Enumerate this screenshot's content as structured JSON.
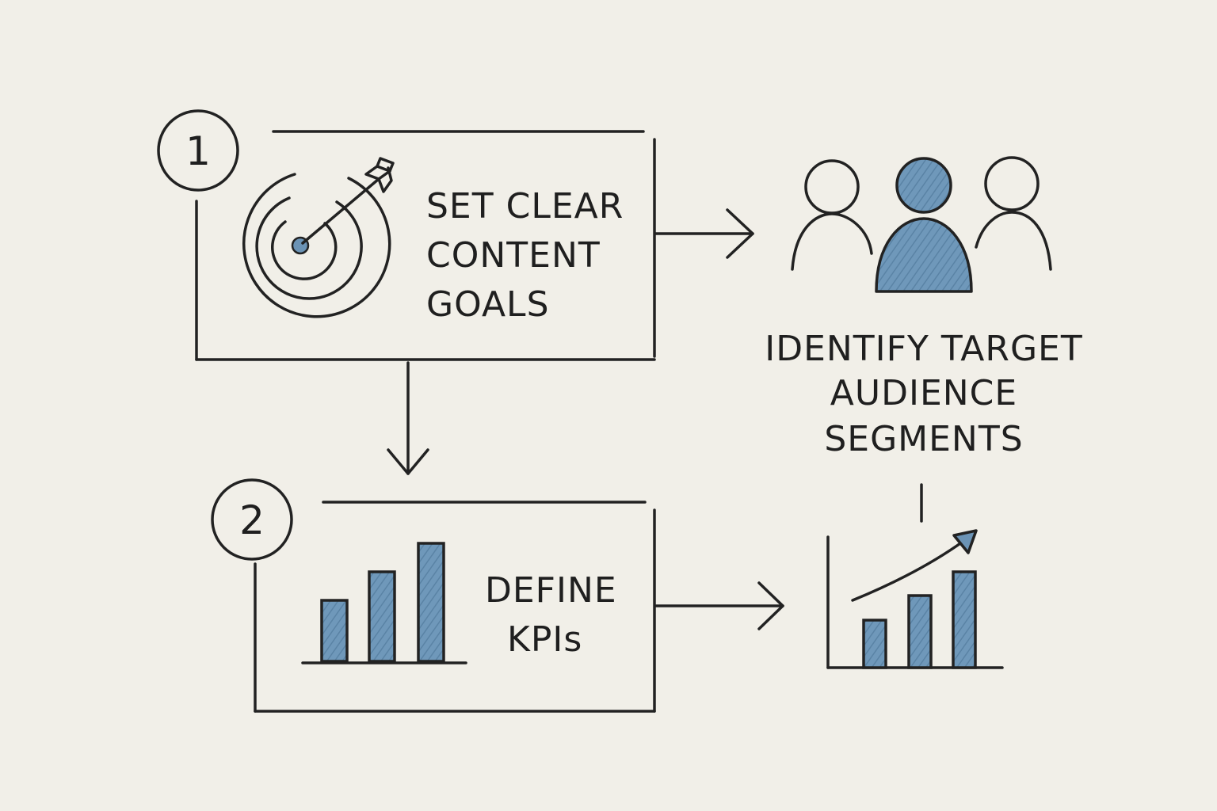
{
  "steps": [
    {
      "number": "1",
      "label_lines": [
        "SET CLEAR",
        "CONTENT",
        "GOALS"
      ]
    },
    {
      "number": "2",
      "label_lines": [
        "DEFINE",
        "KPIs"
      ]
    }
  ],
  "audience": {
    "label_lines": [
      "IDENTIFY TARGET",
      "AUDIENCE",
      "SEGMENTS"
    ]
  },
  "icons": {
    "step1": "target-with-arrow-icon",
    "step2": "bar-chart-icon",
    "audience": "people-group-icon",
    "result": "growth-chart-icon"
  },
  "colors": {
    "ink": "#222222",
    "accent": "#6b93b5",
    "background": "#f1efe8"
  }
}
